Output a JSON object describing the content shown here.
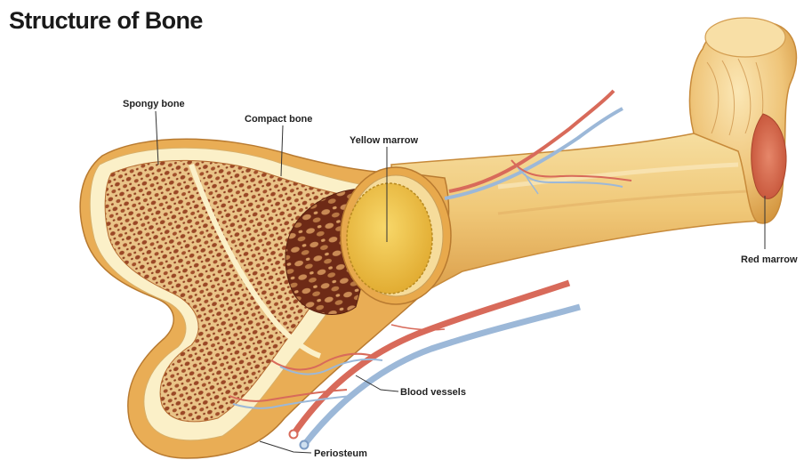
{
  "title": "Structure of Bone",
  "labels": {
    "spongy_bone": "Spongy bone",
    "compact_bone": "Compact bone",
    "yellow_marrow": "Yellow marrow",
    "red_marrow": "Red marrow",
    "blood_vessels": "Blood vessels",
    "periosteum": "Periosteum"
  },
  "colors": {
    "bone_outer": "#e8b25c",
    "bone_shaft": "#f1d08a",
    "compact_layer": "#fbf1c7",
    "spongy_fill": "#c7874a",
    "spongy_pore": "#8a3a1c",
    "yellow_marrow": "#f2c446",
    "red_marrow": "#d96a4a",
    "artery": "#d86a5a",
    "vein": "#9cb8d8",
    "leader_line": "#333333"
  }
}
